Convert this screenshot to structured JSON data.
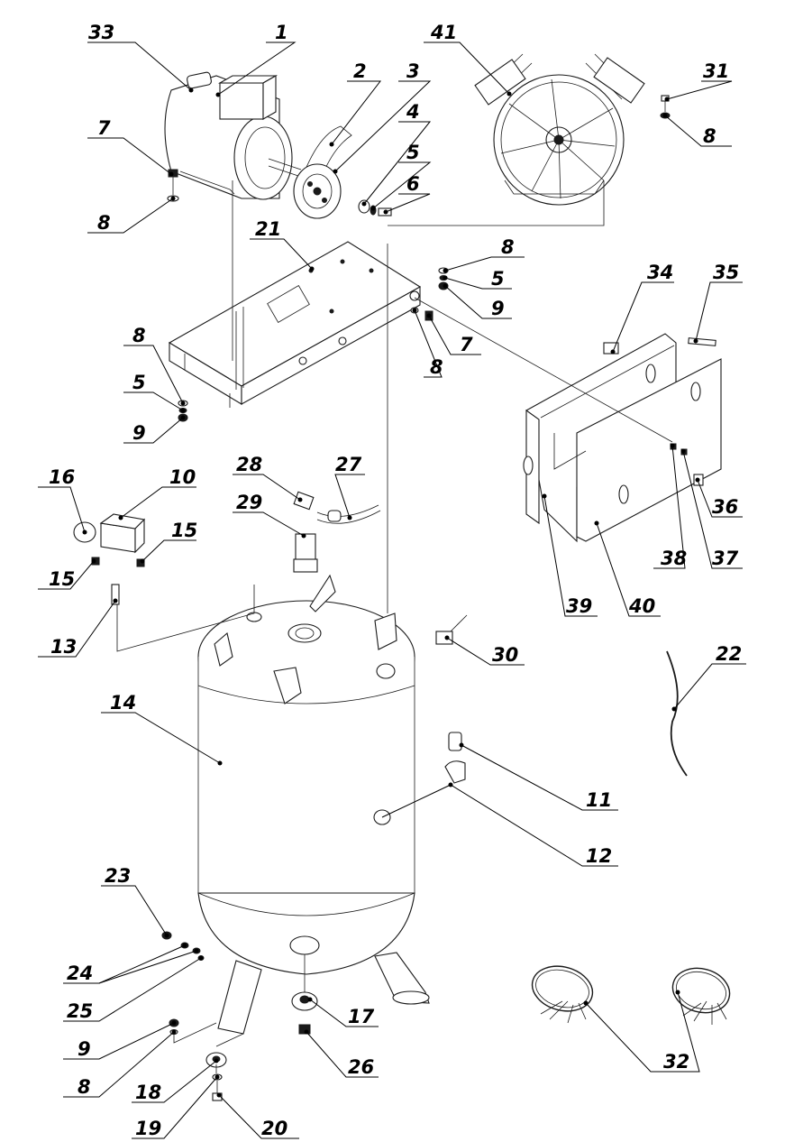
{
  "callouts": [
    {
      "id": "c33",
      "label": "33"
    },
    {
      "id": "c1",
      "label": "1"
    },
    {
      "id": "c2",
      "label": "2"
    },
    {
      "id": "c3",
      "label": "3"
    },
    {
      "id": "c4",
      "label": "4"
    },
    {
      "id": "c5a",
      "label": "5"
    },
    {
      "id": "c6",
      "label": "6"
    },
    {
      "id": "c7a",
      "label": "7"
    },
    {
      "id": "c8a",
      "label": "8"
    },
    {
      "id": "c41",
      "label": "41"
    },
    {
      "id": "c31",
      "label": "31"
    },
    {
      "id": "c8b",
      "label": "8"
    },
    {
      "id": "c21",
      "label": "21"
    },
    {
      "id": "c8c",
      "label": "8"
    },
    {
      "id": "c5b",
      "label": "5"
    },
    {
      "id": "c9a",
      "label": "9"
    },
    {
      "id": "c7b",
      "label": "7"
    },
    {
      "id": "c8d",
      "label": "8"
    },
    {
      "id": "c8e",
      "label": "8"
    },
    {
      "id": "c5c",
      "label": "5"
    },
    {
      "id": "c9b",
      "label": "9"
    },
    {
      "id": "c34",
      "label": "34"
    },
    {
      "id": "c35",
      "label": "35"
    },
    {
      "id": "c16",
      "label": "16"
    },
    {
      "id": "c10",
      "label": "10"
    },
    {
      "id": "c15a",
      "label": "15"
    },
    {
      "id": "c15b",
      "label": "15"
    },
    {
      "id": "c13",
      "label": "13"
    },
    {
      "id": "c28",
      "label": "28"
    },
    {
      "id": "c27",
      "label": "27"
    },
    {
      "id": "c29",
      "label": "29"
    },
    {
      "id": "c30",
      "label": "30"
    },
    {
      "id": "c36",
      "label": "36"
    },
    {
      "id": "c38",
      "label": "38"
    },
    {
      "id": "c37",
      "label": "37"
    },
    {
      "id": "c39",
      "label": "39"
    },
    {
      "id": "c40",
      "label": "40"
    },
    {
      "id": "c22",
      "label": "22"
    },
    {
      "id": "c14",
      "label": "14"
    },
    {
      "id": "c11",
      "label": "11"
    },
    {
      "id": "c12",
      "label": "12"
    },
    {
      "id": "c23",
      "label": "23"
    },
    {
      "id": "c24",
      "label": "24"
    },
    {
      "id": "c25",
      "label": "25"
    },
    {
      "id": "c9c",
      "label": "9"
    },
    {
      "id": "c8f",
      "label": "8"
    },
    {
      "id": "c17",
      "label": "17"
    },
    {
      "id": "c26",
      "label": "26"
    },
    {
      "id": "c18",
      "label": "18"
    },
    {
      "id": "c19",
      "label": "19"
    },
    {
      "id": "c20",
      "label": "20"
    },
    {
      "id": "c32",
      "label": "32"
    }
  ]
}
